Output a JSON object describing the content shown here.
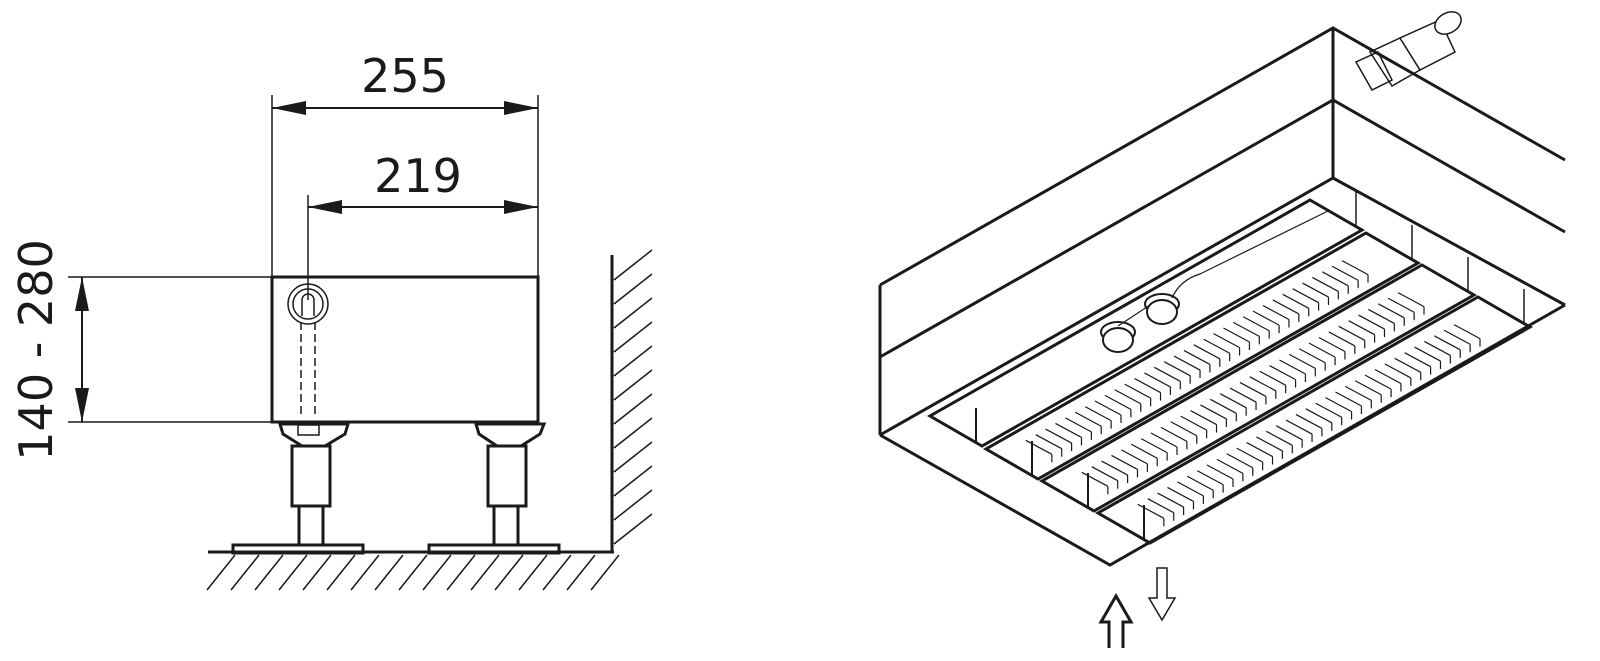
{
  "front_view": {
    "width_overall": "255",
    "pipe_offset": "219",
    "height_range": "140 - 280"
  },
  "colors": {
    "line": "#1a1a1a",
    "background": "#ffffff"
  },
  "icons": [
    "airflow-in-arrow-icon",
    "airflow-out-arrow-icon"
  ]
}
